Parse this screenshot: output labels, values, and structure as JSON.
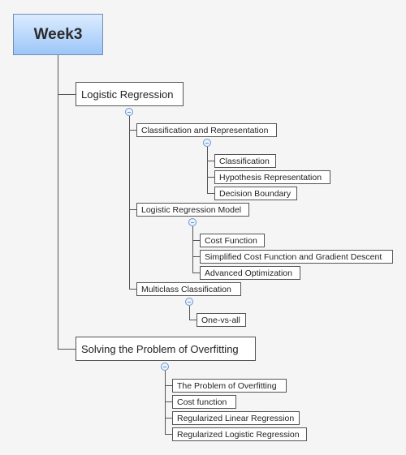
{
  "root": {
    "label": "Week3"
  },
  "topics": [
    {
      "label": "Logistic Regression",
      "sections": [
        {
          "label": "Classification and Representation",
          "items": [
            "Classification",
            "Hypothesis Representation",
            "Decision Boundary"
          ]
        },
        {
          "label": "Logistic Regression Model",
          "items": [
            "Cost Function",
            "Simplified Cost Function and Gradient Descent",
            "Advanced Optimization"
          ]
        },
        {
          "label": "Multiclass Classification",
          "items": [
            "One-vs-all"
          ]
        }
      ]
    },
    {
      "label": "Solving the Problem of Overfitting",
      "items": [
        "The Problem of Overfitting",
        "Cost function",
        "Regularized Linear Regression",
        "Regularized Logistic Regression"
      ]
    }
  ]
}
